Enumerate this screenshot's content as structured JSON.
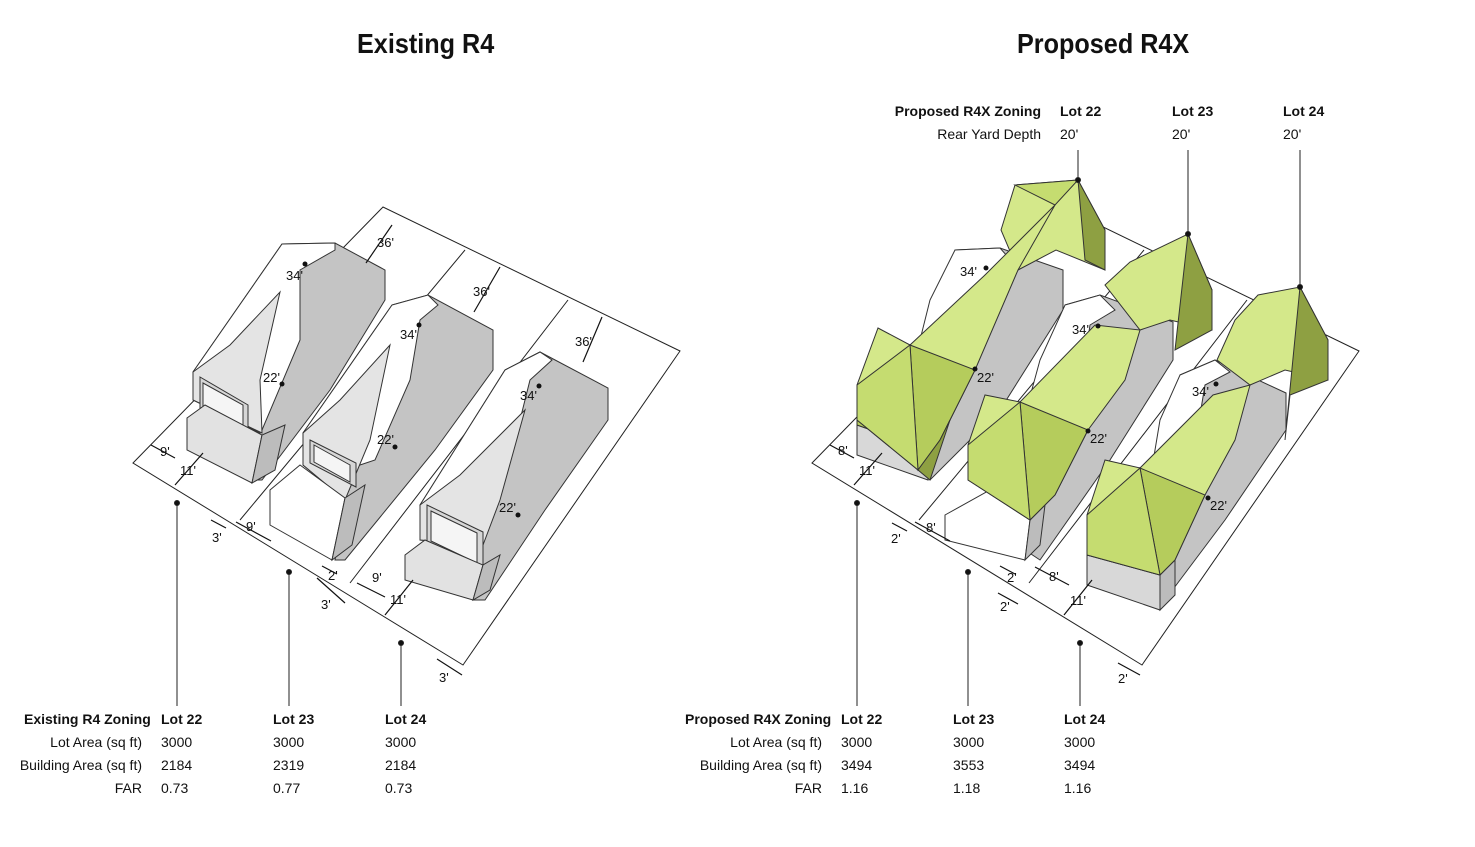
{
  "left": {
    "title": "Existing R4",
    "zoning_label": "Existing R4 Zoning",
    "lots": [
      "Lot 22",
      "Lot 23",
      "Lot 24"
    ],
    "rows": [
      {
        "label": "Lot Area (sq ft)",
        "values": [
          "3000",
          "3000",
          "3000"
        ]
      },
      {
        "label": "Building Area (sq ft)",
        "values": [
          "2184",
          "2319",
          "2184"
        ]
      },
      {
        "label": "FAR",
        "values": [
          "0.73",
          "0.77",
          "0.73"
        ]
      }
    ],
    "dims": {
      "rear": [
        "36'",
        "36'",
        "36'"
      ],
      "ridge": [
        "34'",
        "34'",
        "34'"
      ],
      "eave": [
        "22'",
        "22'",
        "22'"
      ],
      "front": [
        "9'",
        "11'",
        "9'",
        "2'",
        "3'",
        "9'",
        "11'",
        "3'",
        "3'"
      ]
    }
  },
  "right": {
    "title": "Proposed R4X",
    "zoning_label": "Proposed R4X Zoning",
    "top_header": "Proposed R4X Zoning",
    "rear_label": "Rear Yard Depth",
    "rear_values": [
      "20'",
      "20'",
      "20'"
    ],
    "lots": [
      "Lot 22",
      "Lot 23",
      "Lot 24"
    ],
    "rows": [
      {
        "label": "Lot Area (sq ft)",
        "values": [
          "3000",
          "3000",
          "3000"
        ]
      },
      {
        "label": "Building Area (sq ft)",
        "values": [
          "3494",
          "3553",
          "3494"
        ]
      },
      {
        "label": "FAR",
        "values": [
          "1.16",
          "1.18",
          "1.16"
        ]
      }
    ],
    "dims": {
      "ridge": [
        "34'",
        "34'",
        "34'"
      ],
      "eave": [
        "22'",
        "22'",
        "22'"
      ],
      "front": [
        "8'",
        "11'",
        "2'",
        "8'",
        "2'",
        "2'",
        "8'",
        "11'",
        "2'"
      ]
    }
  },
  "colors": {
    "roof_light": "#d4e88a",
    "roof_mid": "#b5cc5c",
    "roof_dark": "#8ea042",
    "wall_gray": "#bdbdbd",
    "wall_light": "#e2e2e2",
    "wall_white": "#ffffff"
  }
}
